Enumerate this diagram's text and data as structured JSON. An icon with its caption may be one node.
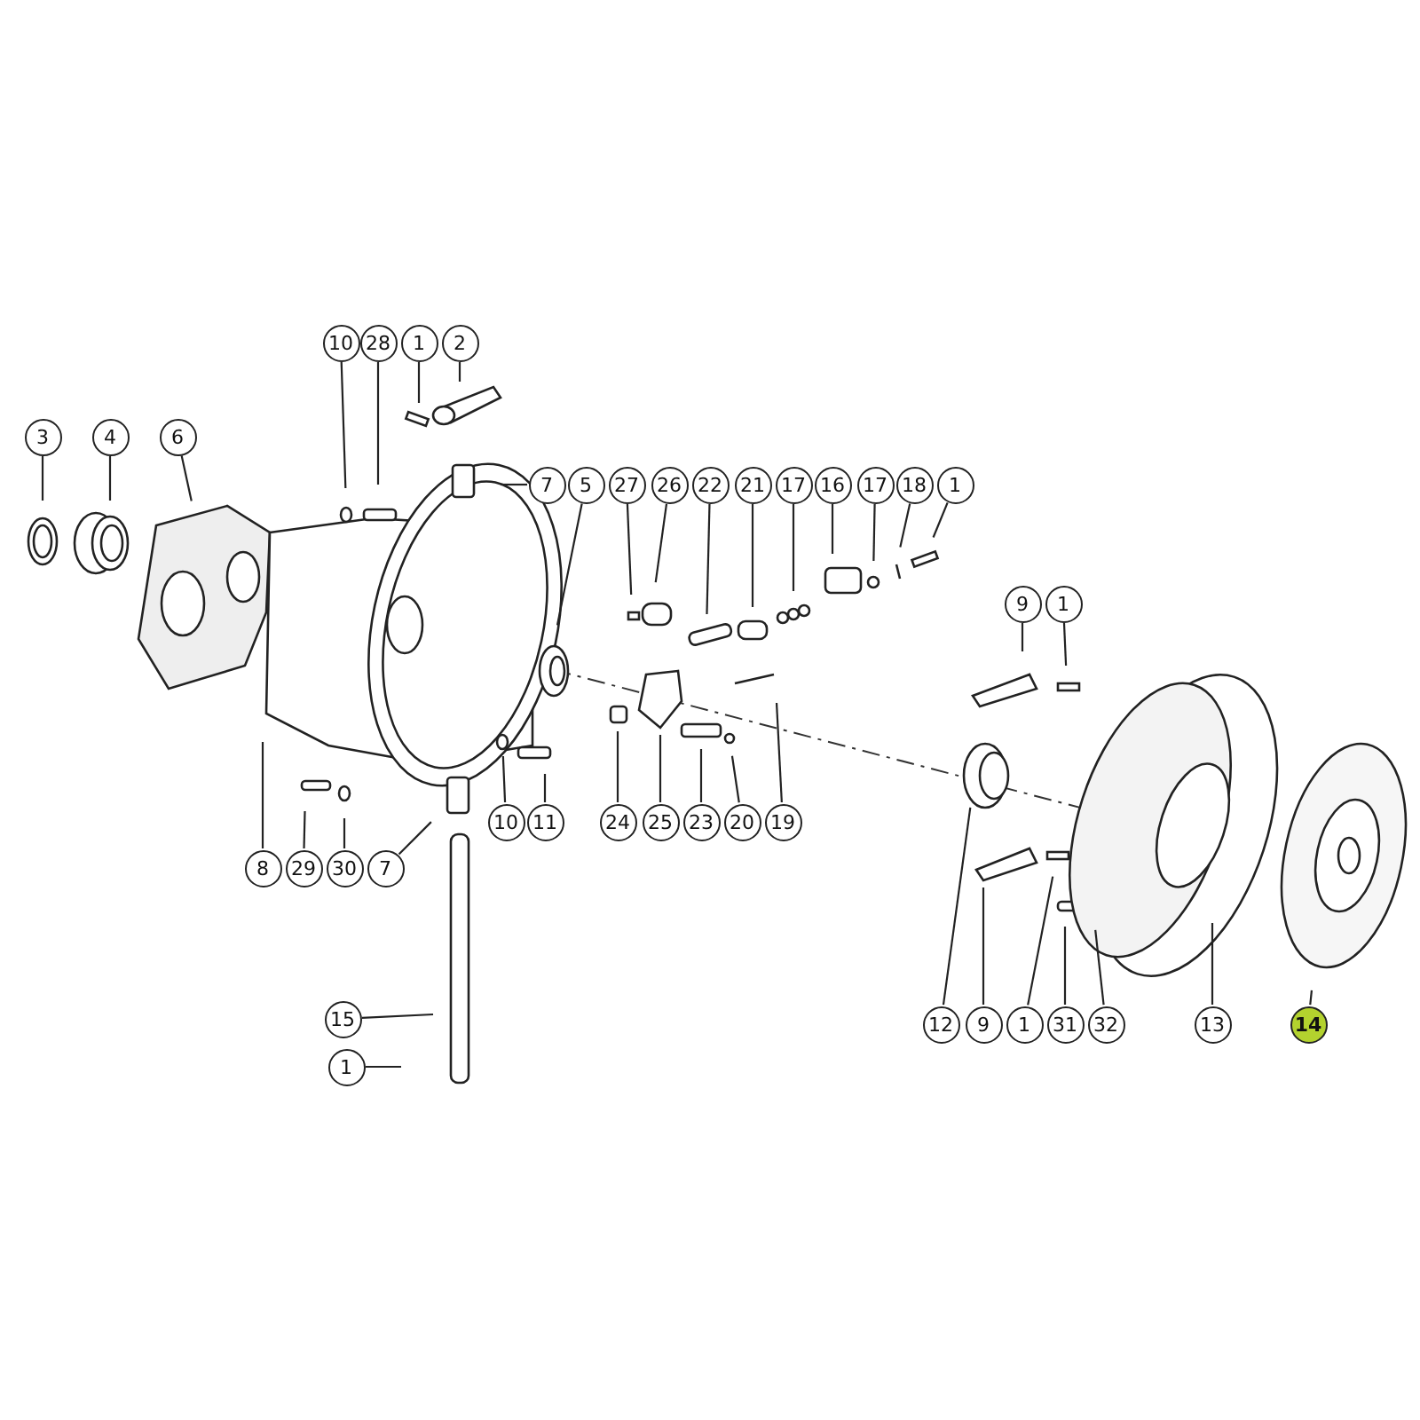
{
  "diagram": {
    "nodes": [
      {
        "text": [
          "10"
        ]
      },
      {
        "text": [
          "28"
        ]
      },
      {
        "text": [
          "1"
        ]
      },
      {
        "text": [
          "2"
        ]
      },
      {
        "text": [
          "3"
        ]
      },
      {
        "text": [
          "4"
        ]
      },
      {
        "text": [
          "6"
        ]
      },
      {
        "text": [
          "7"
        ]
      },
      {
        "text": [
          "5"
        ]
      },
      {
        "text": [
          "27"
        ]
      },
      {
        "text": [
          "26"
        ]
      },
      {
        "text": [
          "22"
        ]
      },
      {
        "text": [
          "21"
        ]
      },
      {
        "text": [
          "17"
        ]
      },
      {
        "text": [
          "16"
        ]
      },
      {
        "text": [
          "17"
        ]
      },
      {
        "text": [
          "18"
        ]
      },
      {
        "text": [
          "1"
        ]
      },
      {
        "text": [
          "9"
        ]
      },
      {
        "text": [
          "1"
        ]
      },
      {
        "text": [
          "24"
        ]
      },
      {
        "text": [
          "25"
        ]
      },
      {
        "text": [
          "23"
        ]
      },
      {
        "text": [
          "20"
        ]
      },
      {
        "text": [
          "19"
        ]
      },
      {
        "text": [
          "10"
        ]
      },
      {
        "text": [
          "11"
        ]
      },
      {
        "text": [
          "8"
        ]
      },
      {
        "text": [
          "29"
        ]
      },
      {
        "text": [
          "30"
        ]
      },
      {
        "text": [
          "7"
        ]
      },
      {
        "text": [
          "12"
        ]
      },
      {
        "text": [
          "9"
        ]
      },
      {
        "text": [
          "1"
        ]
      },
      {
        "text": [
          "31"
        ]
      },
      {
        "text": [
          "32"
        ]
      },
      {
        "text": [
          "13"
        ]
      },
      {
        "text": [
          "14"
        ]
      },
      {
        "text": [
          "15"
        ]
      },
      {
        "text": [
          "1"
        ]
      }
    ],
    "edges": [
      {
        "from": 0,
        "to": null,
        "arrow": "none"
      },
      {
        "from": 1,
        "to": null,
        "arrow": "none"
      },
      {
        "from": 2,
        "to": null,
        "arrow": "none"
      },
      {
        "from": 3,
        "to": null,
        "arrow": "none"
      },
      {
        "from": 4,
        "to": null,
        "arrow": "none"
      },
      {
        "from": 5,
        "to": null,
        "arrow": "none"
      },
      {
        "from": 6,
        "to": null,
        "arrow": "none"
      },
      {
        "from": 7,
        "to": null,
        "arrow": "none"
      },
      {
        "from": 8,
        "to": null,
        "arrow": "none"
      },
      {
        "from": 9,
        "to": null,
        "arrow": "none"
      },
      {
        "from": 10,
        "to": null,
        "arrow": "none"
      },
      {
        "from": 11,
        "to": null,
        "arrow": "none"
      },
      {
        "from": 12,
        "to": null,
        "arrow": "none"
      },
      {
        "from": 13,
        "to": null,
        "arrow": "none"
      },
      {
        "from": 14,
        "to": null,
        "arrow": "none"
      },
      {
        "from": 15,
        "to": null,
        "arrow": "none"
      },
      {
        "from": 16,
        "to": null,
        "arrow": "none"
      },
      {
        "from": 17,
        "to": null,
        "arrow": "none"
      },
      {
        "from": 18,
        "to": null,
        "arrow": "none"
      },
      {
        "from": 19,
        "to": null,
        "arrow": "none"
      },
      {
        "from": 20,
        "to": null,
        "arrow": "none"
      },
      {
        "from": 21,
        "to": null,
        "arrow": "none"
      },
      {
        "from": 22,
        "to": null,
        "arrow": "none"
      },
      {
        "from": 23,
        "to": null,
        "arrow": "none"
      },
      {
        "from": 24,
        "to": null,
        "arrow": "none"
      },
      {
        "from": 25,
        "to": null,
        "arrow": "none"
      },
      {
        "from": 26,
        "to": null,
        "arrow": "none"
      },
      {
        "from": 27,
        "to": null,
        "arrow": "none"
      },
      {
        "from": 28,
        "to": null,
        "arrow": "none"
      },
      {
        "from": 29,
        "to": null,
        "arrow": "none"
      },
      {
        "from": 30,
        "to": null,
        "arrow": "none"
      },
      {
        "from": 31,
        "to": null,
        "arrow": "none"
      },
      {
        "from": 32,
        "to": null,
        "arrow": "none"
      },
      {
        "from": 33,
        "to": null,
        "arrow": "none"
      },
      {
        "from": 34,
        "to": null,
        "arrow": "none"
      },
      {
        "from": 35,
        "to": null,
        "arrow": "none"
      },
      {
        "from": 36,
        "to": null,
        "arrow": "none"
      },
      {
        "from": 37,
        "to": null,
        "arrow": "none"
      },
      {
        "from": 38,
        "to": null,
        "arrow": "none"
      },
      {
        "from": 39,
        "to": null,
        "arrow": "none"
      }
    ]
  }
}
